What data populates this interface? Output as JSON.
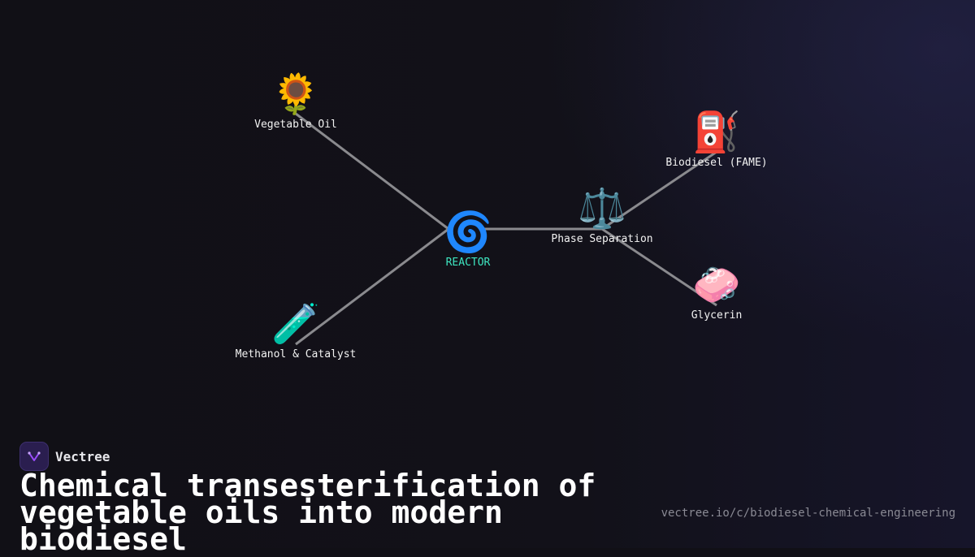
{
  "diagram": {
    "hub": {
      "icon": "🌀",
      "icon_name": "cyclone-icon",
      "label": "REACTOR"
    },
    "nodes": {
      "vegetable_oil": {
        "icon": "🌻",
        "icon_name": "sunflower-icon",
        "label": "Vegetable Oil"
      },
      "methanol": {
        "icon": "🧪",
        "icon_name": "test-tube-icon",
        "label": "Methanol & Catalyst"
      },
      "phase_separation": {
        "icon": "⚖️",
        "icon_name": "balance-scale-icon",
        "label": "Phase Separation"
      },
      "biodiesel": {
        "icon": "⛽",
        "icon_name": "fuel-pump-icon",
        "label": "Biodiesel (FAME)"
      },
      "glycerin": {
        "icon": "🧼",
        "icon_name": "soap-icon",
        "label": "Glycerin"
      }
    },
    "edges": [
      [
        "vegetable_oil",
        "hub"
      ],
      [
        "methanol",
        "hub"
      ],
      [
        "hub",
        "phase_separation"
      ],
      [
        "phase_separation",
        "biodiesel"
      ],
      [
        "phase_separation",
        "glycerin"
      ]
    ],
    "edge_color": "#8a8a8e",
    "hub_label_color": "#3ee6c0"
  },
  "brand": {
    "name": "Vectree",
    "accent": "#9b4dff"
  },
  "footer": {
    "title": "Chemical transesterification of vegetable oils into modern biodiesel",
    "url": "vectree.io/c/biodiesel-chemical-engineering"
  }
}
